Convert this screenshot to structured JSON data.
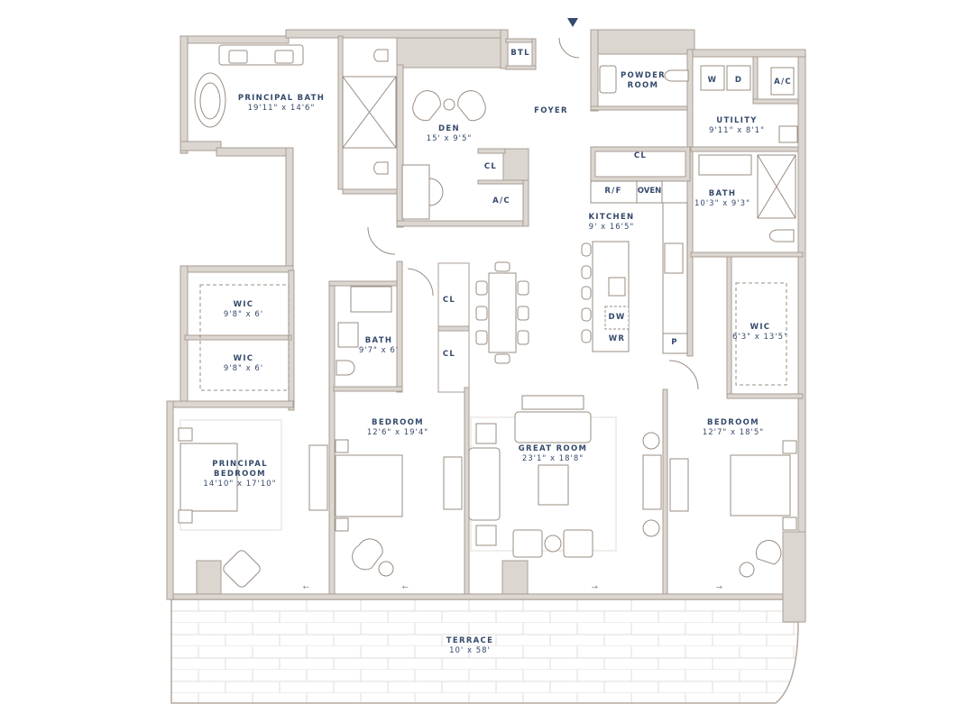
{
  "colors": {
    "wall_fill": "#dcd6d1",
    "wall_line": "#a99d94",
    "label": "#34496b",
    "furniture": "#9a8c82",
    "tile": "#e2ddd8"
  },
  "entry_marker": "entry-arrow-icon",
  "rooms": [
    {
      "name": "PRINCIPAL BATH",
      "dims": "19'11\" x 14'6\""
    },
    {
      "name": "DEN",
      "dims": "15' x 9'5\""
    },
    {
      "name": "FOYER",
      "dims": ""
    },
    {
      "name": "POWDER",
      "name2": "ROOM",
      "dims": ""
    },
    {
      "name": "UTILITY",
      "dims": "9'11\" x 8'1\""
    },
    {
      "name": "KITCHEN",
      "dims": "9' x 16'5\""
    },
    {
      "name": "BATH",
      "dims": "10'3\" x 9'3\""
    },
    {
      "name": "WIC",
      "dims": "9'8\" x 6'"
    },
    {
      "name": "WIC",
      "dims": "9'8\" x 6'"
    },
    {
      "name": "BATH",
      "dims": "9'7\" x 6'"
    },
    {
      "name": "BEDROOM",
      "dims": "12'6\" x 19'4\""
    },
    {
      "name": "PRINCIPAL",
      "name2": "BEDROOM",
      "dims": "14'10\" x 17'10\""
    },
    {
      "name": "GREAT ROOM",
      "dims": "23'1\" x 18'8\""
    },
    {
      "name": "WIC",
      "dims": "6'3\" x 13'5\""
    },
    {
      "name": "BEDROOM",
      "dims": "12'7\" x 18'5\""
    },
    {
      "name": "TERRACE",
      "dims": "10' x 58'"
    }
  ],
  "fixtures": {
    "btl": "BTL",
    "den_cl": "CL",
    "den_ac": "A/C",
    "washer": "W",
    "dryer": "D",
    "utility_ac": "A/C",
    "kitchen_cl": "CL",
    "rf": "R/F",
    "oven": "OVEN",
    "dw": "DW",
    "wr": "WR",
    "pantry": "P",
    "hall_cl_1": "CL",
    "hall_cl_2": "CL"
  },
  "door_arrows": [
    "←",
    "←",
    "→",
    "→"
  ]
}
